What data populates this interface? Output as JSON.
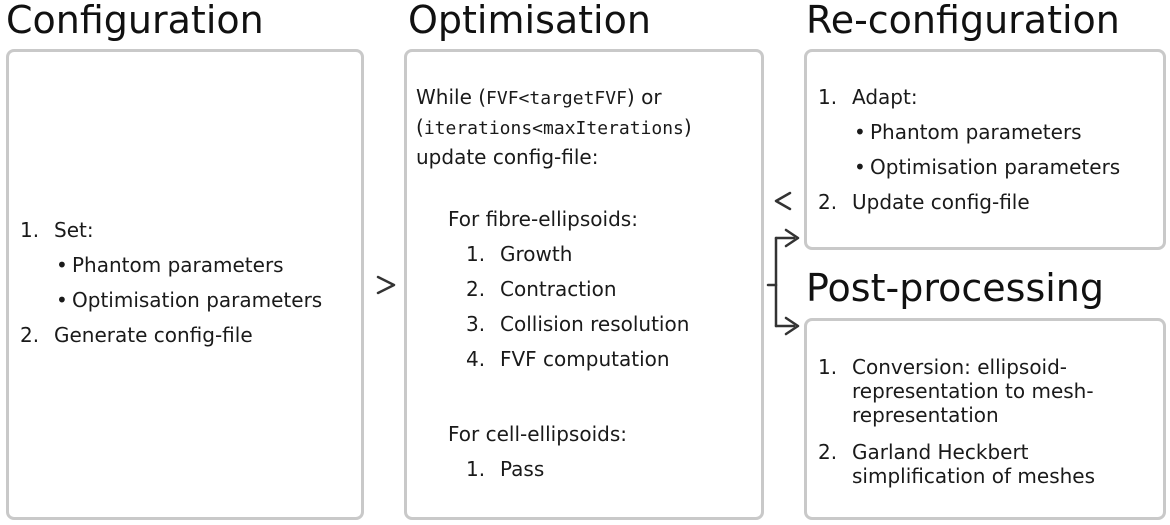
{
  "config": {
    "title": "Configuration",
    "step1_label": "Set:",
    "step1_items": [
      "Phantom parameters",
      "Optimisation parameters"
    ],
    "step2_label": "Generate config-file"
  },
  "optim": {
    "title": "Optimisation",
    "while_word": "While (",
    "cond1": "FVF<targetFVF",
    "cond1_end": ") or",
    "paren_open": "(",
    "cond2": "iterations<maxIterations",
    "paren_close": ")",
    "update": "update config-file:",
    "fibre_title": "For fibre-ellipsoids:",
    "fibre_steps": [
      "Growth",
      "Contraction",
      "Collision resolution",
      "FVF computation"
    ],
    "cell_title": "For cell-ellipsoids:",
    "cell_steps": [
      "Pass"
    ]
  },
  "reconf": {
    "title": "Re-configuration",
    "step1_label": "Adapt:",
    "step1_items": [
      "Phantom parameters",
      "Optimisation parameters"
    ],
    "step2_label": "Update config-file"
  },
  "post": {
    "title": "Post-processing",
    "step1_lines": [
      "Conversion: ellipsoid-",
      "representation to mesh-",
      "representation"
    ],
    "step2_lines": [
      "Garland Heckbert",
      "simplification of meshes"
    ]
  },
  "markers": {
    "n1": "1.",
    "n2": "2.",
    "n3": "3.",
    "n4": "4.",
    "bullet": "•"
  },
  "colors": {
    "border": "#c9c9c9",
    "arrow": "#333333"
  }
}
